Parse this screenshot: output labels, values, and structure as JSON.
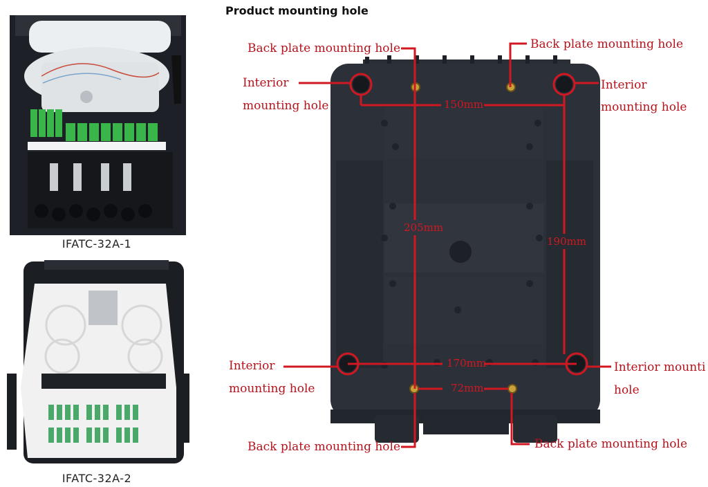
{
  "title": "Product mounting hole",
  "products": [
    {
      "caption": "IFATC-32A-1"
    },
    {
      "caption": "IFATC-32A-2"
    }
  ],
  "annotations": {
    "back_plate_top_left": "Back plate mounting hole",
    "back_plate_top_right": "Back plate mounting hole",
    "back_plate_bottom_left": "Back plate mounting hole",
    "back_plate_bottom_right": "Back plate mounting hole",
    "interior_top_left_1": "Interior",
    "interior_top_left_2": "mounting hole",
    "interior_top_right_1": "Interior",
    "interior_top_right_2": "mounting hole",
    "interior_bottom_left_1": "Interior",
    "interior_bottom_left_2": "mounting hole",
    "interior_bottom_right_1": "Interior mounti",
    "interior_bottom_right_2": "hole"
  },
  "dimensions": {
    "top_width": "150mm",
    "bottom_width": "170mm",
    "back_plate_width": "72mm",
    "back_plate_height": "205mm",
    "interior_height": "190mm"
  },
  "colors": {
    "annotation": "#b5121b",
    "enclosure": "#2b3039",
    "adapter_green": "#39b54a"
  }
}
